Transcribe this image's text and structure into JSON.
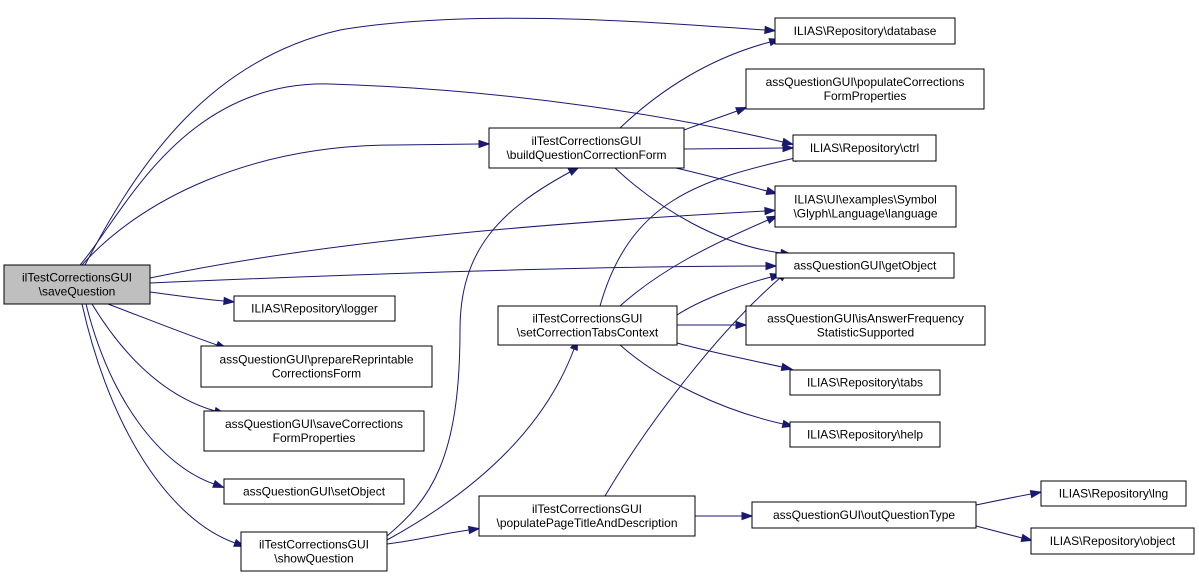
{
  "nodes": {
    "save_question": {
      "lines": [
        "ilTestCorrectionsGUI",
        "\\saveQuestion"
      ]
    },
    "build_form": {
      "lines": [
        "ilTestCorrectionsGUI",
        "\\buildQuestionCorrectionForm"
      ]
    },
    "set_tabs": {
      "lines": [
        "ilTestCorrectionsGUI",
        "\\setCorrectionTabsContext"
      ]
    },
    "populate_title": {
      "lines": [
        "ilTestCorrectionsGUI",
        "\\populatePageTitleAndDescription"
      ]
    },
    "show_question": {
      "lines": [
        "ilTestCorrectionsGUI",
        "\\showQuestion"
      ]
    },
    "repo_database": {
      "lines": [
        "ILIAS\\Repository\\database"
      ]
    },
    "populate_props": {
      "lines": [
        "assQuestionGUI\\populateCorrections",
        "FormProperties"
      ]
    },
    "repo_ctrl": {
      "lines": [
        "ILIAS\\Repository\\ctrl"
      ]
    },
    "ui_language": {
      "lines": [
        "ILIAS\\UI\\examples\\Symbol",
        "\\Glyph\\Language\\language"
      ]
    },
    "get_object": {
      "lines": [
        "assQuestionGUI\\getObject"
      ]
    },
    "repo_logger": {
      "lines": [
        "ILIAS\\Repository\\logger"
      ]
    },
    "is_answer_freq": {
      "lines": [
        "assQuestionGUI\\isAnswerFrequency",
        "StatisticSupported"
      ]
    },
    "prepare_reprintable": {
      "lines": [
        "assQuestionGUI\\prepareReprintable",
        "CorrectionsForm"
      ]
    },
    "repo_tabs": {
      "lines": [
        "ILIAS\\Repository\\tabs"
      ]
    },
    "save_corrections": {
      "lines": [
        "assQuestionGUI\\saveCorrections",
        "FormProperties"
      ]
    },
    "repo_help": {
      "lines": [
        "ILIAS\\Repository\\help"
      ]
    },
    "set_object": {
      "lines": [
        "assQuestionGUI\\setObject"
      ]
    },
    "out_question_type": {
      "lines": [
        "assQuestionGUI\\outQuestionType"
      ]
    },
    "repo_lng": {
      "lines": [
        "ILIAS\\Repository\\lng"
      ]
    },
    "repo_object": {
      "lines": [
        "ILIAS\\Repository\\object"
      ]
    }
  },
  "edges": [
    [
      "save_question",
      "repo_database"
    ],
    [
      "save_question",
      "build_form"
    ],
    [
      "save_question",
      "repo_ctrl"
    ],
    [
      "save_question",
      "ui_language"
    ],
    [
      "save_question",
      "get_object"
    ],
    [
      "save_question",
      "repo_logger"
    ],
    [
      "save_question",
      "prepare_reprintable"
    ],
    [
      "save_question",
      "save_corrections"
    ],
    [
      "save_question",
      "set_object"
    ],
    [
      "save_question",
      "show_question"
    ],
    [
      "build_form",
      "repo_database"
    ],
    [
      "build_form",
      "populate_props"
    ],
    [
      "build_form",
      "repo_ctrl"
    ],
    [
      "build_form",
      "ui_language"
    ],
    [
      "build_form",
      "get_object"
    ],
    [
      "set_tabs",
      "repo_ctrl"
    ],
    [
      "set_tabs",
      "ui_language"
    ],
    [
      "set_tabs",
      "get_object"
    ],
    [
      "set_tabs",
      "is_answer_freq"
    ],
    [
      "set_tabs",
      "repo_tabs"
    ],
    [
      "set_tabs",
      "repo_help"
    ],
    [
      "show_question",
      "build_form"
    ],
    [
      "show_question",
      "set_tabs"
    ],
    [
      "show_question",
      "populate_title"
    ],
    [
      "populate_title",
      "get_object"
    ],
    [
      "populate_title",
      "out_question_type"
    ],
    [
      "out_question_type",
      "repo_lng"
    ],
    [
      "out_question_type",
      "repo_object"
    ]
  ],
  "colors": {
    "edge": "#191970",
    "root_fill": "#bfbfbf",
    "node_fill": "#ffffff",
    "node_border": "#000000"
  }
}
